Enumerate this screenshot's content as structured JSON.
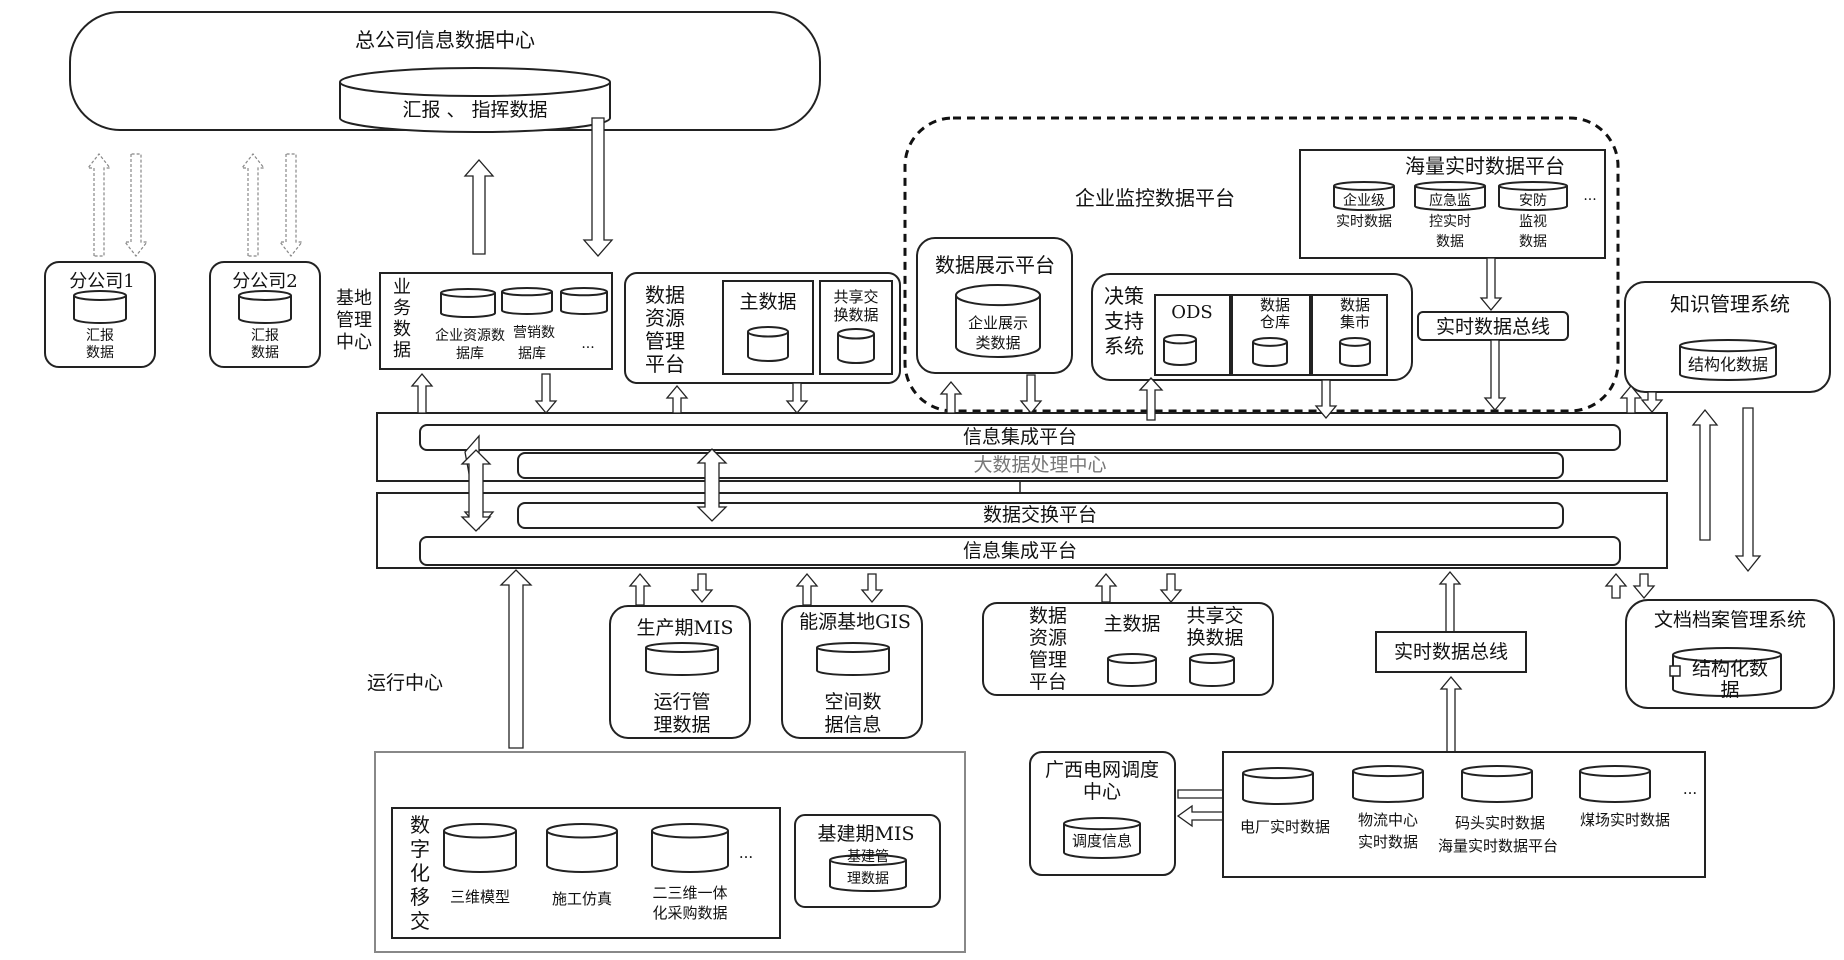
{
  "hq": {
    "title": "总公司信息数据中心",
    "db": "汇报 、 指挥数据"
  },
  "branch1": {
    "title": "分公司1",
    "db": [
      "汇报",
      "数据"
    ]
  },
  "branch2": {
    "title": "分公司2",
    "db": [
      "汇报",
      "数据"
    ]
  },
  "base_center": {
    "label": [
      "基地",
      "管理",
      "中心"
    ],
    "side": [
      "业",
      "务",
      "数",
      "据"
    ],
    "db1": [
      "企业资源数",
      "据库"
    ],
    "db2": [
      "营销数",
      "据库"
    ],
    "more": "..."
  },
  "drmp_top": {
    "label": [
      "数据",
      "资源",
      "管理",
      "平台"
    ],
    "master": "主数据",
    "share": [
      "共享交",
      "换数据"
    ]
  },
  "monitor": {
    "title": "企业监控数据平台"
  },
  "display": {
    "title": "数据展示平台",
    "db": [
      "企业展示",
      "类数据"
    ]
  },
  "decision": {
    "label": [
      "决策",
      "支持",
      "系统"
    ],
    "ods": "ODS",
    "dw": [
      "数据",
      "仓库"
    ],
    "dm": [
      "数据",
      "集市"
    ]
  },
  "realtime_platform": {
    "title": "海量实时数据平台",
    "db1": "企业级",
    "db1_sub": "实时数据",
    "db2": "应急监",
    "db2_sub": [
      "控实时",
      "数据"
    ],
    "db3": "安防",
    "db3_sub": [
      "监视",
      "数据"
    ],
    "more": "..."
  },
  "rt_bus_top": "实时数据总线",
  "knowledge": {
    "title": "知识管理系统",
    "db": "结构化数据"
  },
  "bigdata": {
    "integ1": "信息集成平台",
    "center": "大数据处理中心",
    "exchange": "数据交换平台",
    "integ2": "信息集成平台"
  },
  "prod_mis": {
    "title": "生产期MIS",
    "db": [
      "运行管",
      "理数据"
    ]
  },
  "gis": {
    "title": "能源基地GIS",
    "db": [
      "空间数",
      "据信息"
    ]
  },
  "drmp_bottom": {
    "label": [
      "数据",
      "资源",
      "管理",
      "平台"
    ],
    "master": "主数据",
    "share": [
      "共享交",
      "换数据"
    ]
  },
  "rt_bus_bottom": "实时数据总线",
  "archive": {
    "title": "文档档案管理系统",
    "db": [
      "结构化数",
      "据"
    ]
  },
  "ops_center": "运行中心",
  "digital": {
    "label": [
      "数",
      "字",
      "化",
      "移",
      "交"
    ],
    "db1": "三维模型",
    "db2": "施工仿真",
    "db3": [
      "二三维一体",
      "化采购数据"
    ],
    "more": "..."
  },
  "construct_mis": {
    "title": "基建期MIS",
    "db": [
      "基建管",
      "理数据"
    ]
  },
  "grid": {
    "title": [
      "广西电网调度",
      "中心"
    ],
    "db": "调度信息"
  },
  "mass_rt": {
    "db1": "电厂实时数据",
    "db2": [
      "物流中心",
      "实时数据"
    ],
    "db3": "码头实时数据",
    "db4": "煤场实时数据",
    "caption": "海量实时数据平台",
    "more": "..."
  }
}
